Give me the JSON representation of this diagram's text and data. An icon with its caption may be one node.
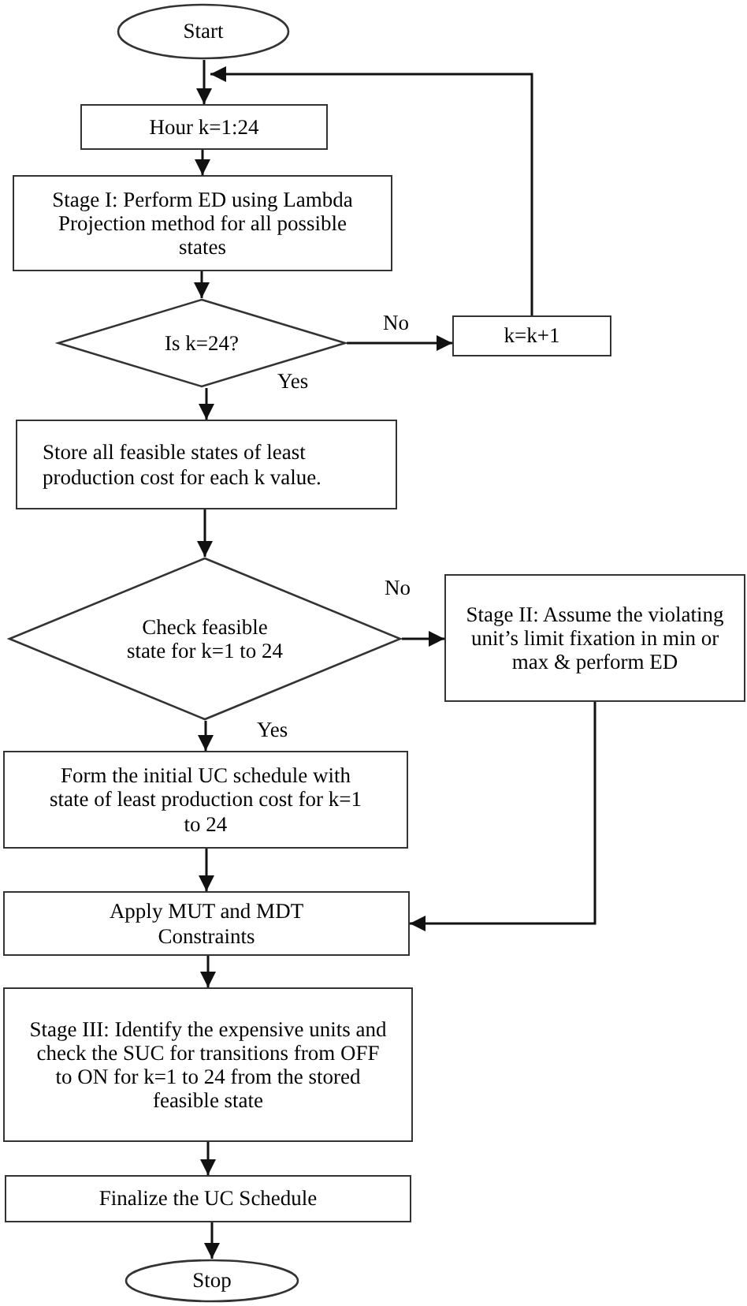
{
  "diagram": {
    "nodes": [
      {
        "text": [
          "Start"
        ]
      },
      {
        "text": [
          "Hour k=1:24"
        ]
      },
      {
        "text": [
          "Stage I: Perform ED using Lambda Projection method for all possible states"
        ]
      },
      {
        "text": [
          "Is k=24?"
        ]
      },
      {
        "text": [
          "k=k+1"
        ]
      },
      {
        "text": [
          "Store all feasible states of least production cost for each k value."
        ]
      },
      {
        "text": [
          "Check feasible state for k=1 to 24"
        ]
      },
      {
        "text": [
          "Stage II: Assume the violating unit’s limit fixation in min or max & perform ED"
        ]
      },
      {
        "text": [
          "Form the initial UC schedule with state of least production cost for k=1 to 24"
        ]
      },
      {
        "text": [
          "Apply MUT and MDT Constraints"
        ]
      },
      {
        "text": [
          "Stage III: Identify the expensive units and check the SUC for transitions from OFF to ON for k=1 to 24 from the stored feasible state"
        ]
      },
      {
        "text": [
          "Finalize the UC Schedule"
        ]
      },
      {
        "text": [
          "Stop"
        ]
      }
    ],
    "edges": [
      {
        "from": 0,
        "to": 1,
        "arrow": "to"
      },
      {
        "from": 1,
        "to": 2,
        "arrow": "to"
      },
      {
        "from": 2,
        "to": 3,
        "arrow": "to"
      },
      {
        "from": 3,
        "to": 4,
        "arrow": "to",
        "label": "No"
      },
      {
        "from": 4,
        "to": 1,
        "arrow": "to"
      },
      {
        "from": 3,
        "to": 5,
        "arrow": "to",
        "label": "Yes"
      },
      {
        "from": 5,
        "to": 6,
        "arrow": "to"
      },
      {
        "from": 6,
        "to": 7,
        "arrow": "to",
        "label": "No"
      },
      {
        "from": 6,
        "to": 8,
        "arrow": "to",
        "label": "Yes"
      },
      {
        "from": 8,
        "to": 9,
        "arrow": "to"
      },
      {
        "from": 7,
        "to": 9,
        "arrow": "to"
      },
      {
        "from": 9,
        "to": 10,
        "arrow": "to"
      },
      {
        "from": 10,
        "to": 11,
        "arrow": "to"
      },
      {
        "from": 11,
        "to": 12,
        "arrow": "to"
      }
    ]
  }
}
